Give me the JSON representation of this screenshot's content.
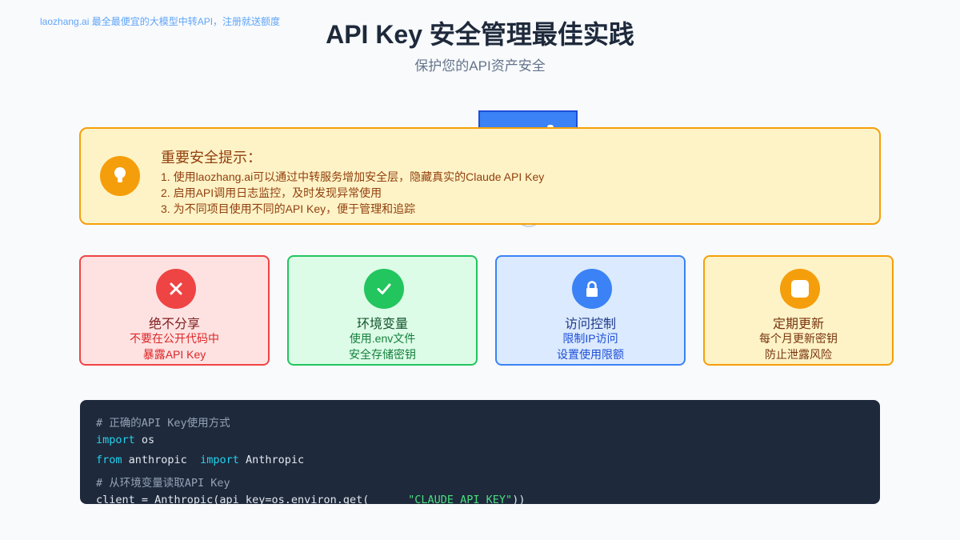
{
  "watermark": "laozhang.ai 最全最便宜的大模型中转API，注册就送额度",
  "header": {
    "title": "API Key 安全管理最佳实践",
    "subtitle": "保护您的API资产安全"
  },
  "tip_panel": {
    "icon": "lightbulb-icon",
    "heading": "重要安全提示：",
    "lines": [
      "1. 使用laozhang.ai可以通过中转服务增加安全层，隐藏真实的Claude API Key",
      "2. 启用API调用日志监控，及时发现异常使用",
      "3. 为不同项目使用不同的API Key，便于管理和追踪"
    ]
  },
  "cards": [
    {
      "icon": "close-icon",
      "title": "绝不分享",
      "line1": "不要在公开代码中",
      "line2": "暴露API Key",
      "color": "#ef4444"
    },
    {
      "icon": "check-icon",
      "title": "环境变量",
      "line1": "使用.env文件",
      "line2": "安全存储密钥",
      "color": "#22c55e"
    },
    {
      "icon": "lock-icon",
      "title": "访问控制",
      "line1": "限制IP访问",
      "line2": "设置使用限额",
      "color": "#3b82f6"
    },
    {
      "icon": "square-icon",
      "title": "定期更新",
      "line1": "每个月更新密钥",
      "line2": "防止泄露风险",
      "color": "#f59e0b"
    }
  ],
  "code": {
    "comment1": "# 正确的API Key使用方式",
    "kw_import": "import",
    "mod_os": " os",
    "kw_from": "from",
    "mod_anthropic": " anthropic  ",
    "kw_import2": "import",
    "cls_anthropic": " Anthropic",
    "comment2": "# 从环境变量读取API Key",
    "client_prefix": "client = Anthropic(api_key=os.environ.get(      ",
    "client_string": "\"CLAUDE_API_KEY\"",
    "client_suffix": "))"
  }
}
